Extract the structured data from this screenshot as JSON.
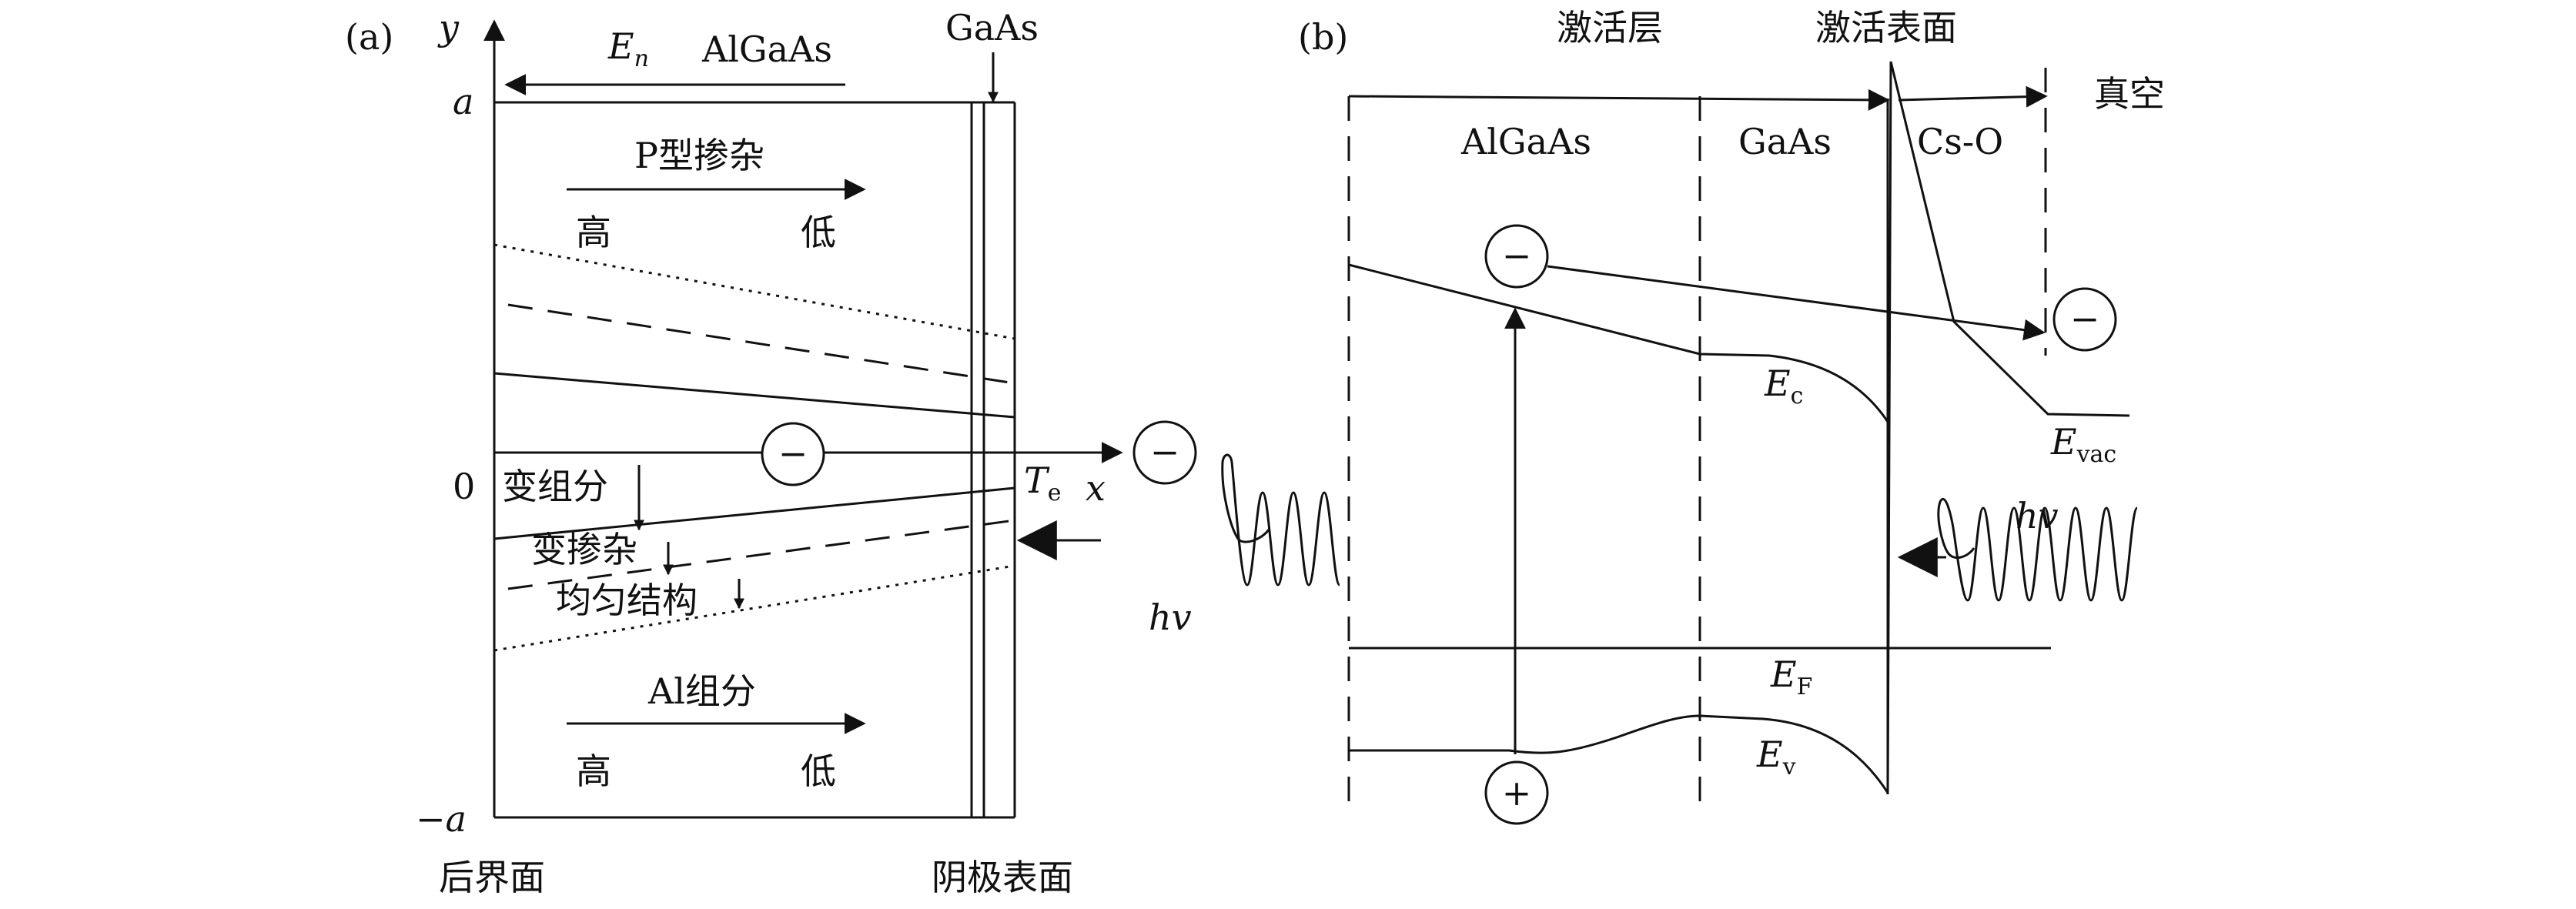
{
  "panel_a": {
    "tag": "(a)",
    "y_axis": "y",
    "x_axis": "x",
    "tick_a": "a",
    "tick_zero": "0",
    "tick_minus_a": "−a",
    "en_label": "E",
    "en_sub": "n",
    "algaas": "AlGaAs",
    "gaas": "GaAs",
    "p_doping": "P型掺杂",
    "high": "高",
    "low": "低",
    "variable_composition": "变组分",
    "variable_doping": "变掺杂",
    "uniform_structure": "均匀结构",
    "al_composition": "Al组分",
    "te_label": "T",
    "te_sub": "e",
    "hv": "hv",
    "electron": "−",
    "back_interface": "后界面",
    "cathode_surface": "阴极表面"
  },
  "panel_b": {
    "tag": "(b)",
    "active_layer": "激活层",
    "active_surface": "激活表面",
    "vacuum": "真空",
    "algaas": "AlGaAs",
    "gaas": "GaAs",
    "cso": "Cs-O",
    "ec_label": "E",
    "ec_sub": "c",
    "evac_label": "E",
    "evac_sub": "vac",
    "ef_label": "E",
    "ef_sub": "F",
    "ev_label": "E",
    "ev_sub": "v",
    "hv": "hv",
    "electron": "−",
    "hole": "+"
  }
}
